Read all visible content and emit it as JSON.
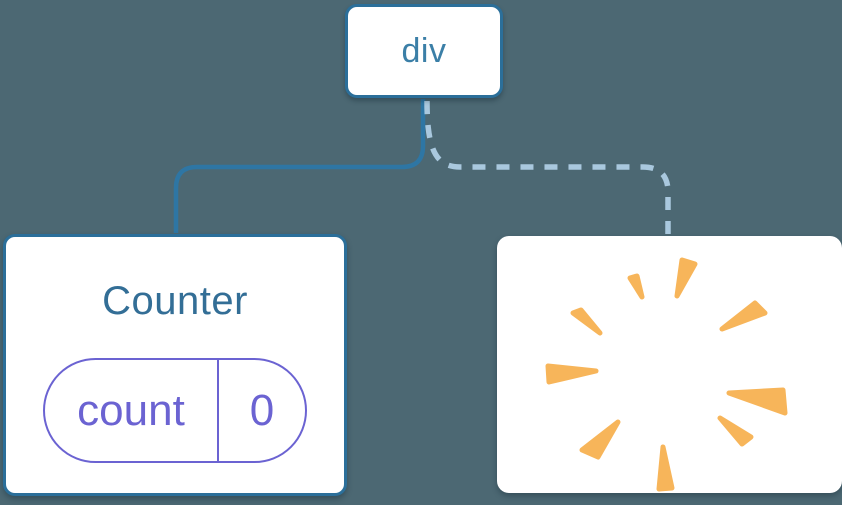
{
  "page": {
    "background_color": "#4c6873",
    "description_labels": {}
  },
  "tree": {
    "root_node": {
      "label": "div"
    },
    "counter_card": {
      "title": "Counter",
      "state_pill": {
        "key_label": "count",
        "value": "0"
      }
    },
    "poof_card": {
      "icon": "poof-burst-icon"
    },
    "edges": {
      "left": {
        "style": "solid",
        "color": "#2e76a4"
      },
      "right": {
        "style": "dashed",
        "color": "#a9c8de"
      }
    },
    "colors": {
      "node_border_blue": "#2b6f9a",
      "node_text_blue": "#3b7fa7",
      "pill_purple": "#6b63d2",
      "burst_orange": "#f7b55a",
      "card_background": "#ffffff"
    }
  }
}
